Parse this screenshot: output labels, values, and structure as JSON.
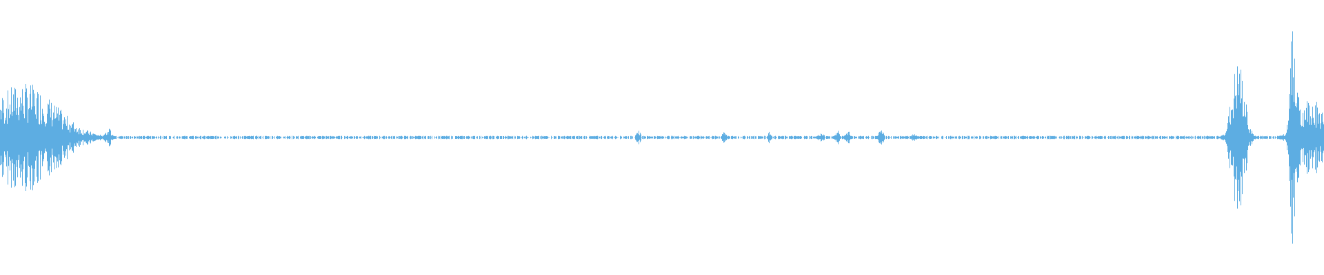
{
  "waveform": {
    "color": "#5dade2",
    "bursts": [
      {
        "center": 0.018,
        "width": 0.05,
        "amplitude": 0.2
      },
      {
        "center": 0.082,
        "width": 0.006,
        "amplitude": 0.035
      },
      {
        "center": 0.482,
        "width": 0.003,
        "amplitude": 0.03
      },
      {
        "center": 0.547,
        "width": 0.003,
        "amplitude": 0.025
      },
      {
        "center": 0.581,
        "width": 0.002,
        "amplitude": 0.035
      },
      {
        "center": 0.62,
        "width": 0.004,
        "amplitude": 0.02
      },
      {
        "center": 0.632,
        "width": 0.003,
        "amplitude": 0.03
      },
      {
        "center": 0.64,
        "width": 0.003,
        "amplitude": 0.03
      },
      {
        "center": 0.665,
        "width": 0.004,
        "amplitude": 0.03
      },
      {
        "center": 0.69,
        "width": 0.004,
        "amplitude": 0.02
      },
      {
        "center": 0.935,
        "width": 0.01,
        "amplitude": 0.28
      },
      {
        "center": 0.977,
        "width": 0.005,
        "amplitude": 0.5
      },
      {
        "center": 0.99,
        "width": 0.02,
        "amplitude": 0.15
      }
    ],
    "baseline_noise": 0.004
  }
}
